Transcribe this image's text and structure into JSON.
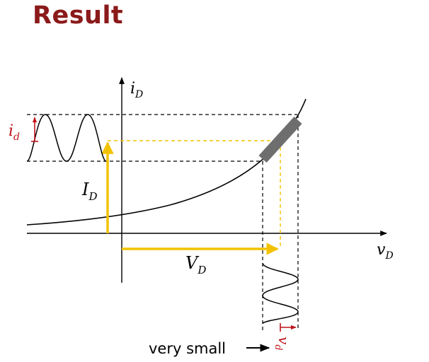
{
  "title": "Result",
  "axes": {
    "x_label": "v",
    "x_label_sub": "D",
    "y_label": "i",
    "y_label_sub": "D"
  },
  "labels": {
    "bias_current": "I",
    "bias_current_sub": "D",
    "bias_voltage": "V",
    "bias_voltage_sub": "D",
    "small_current": "i",
    "small_current_sub": "d",
    "small_voltage": "v",
    "small_voltage_sub": "d",
    "note": "very small"
  },
  "colors": {
    "title": "#8b1a1a",
    "bias": "#f2c200",
    "bias_dashed": "#f2c200",
    "small_signal": "#c0141c",
    "tangent_bar": "#6e6e6e",
    "curve": "#000000"
  },
  "icons": {
    "note_arrow": "right-arrow-icon"
  }
}
